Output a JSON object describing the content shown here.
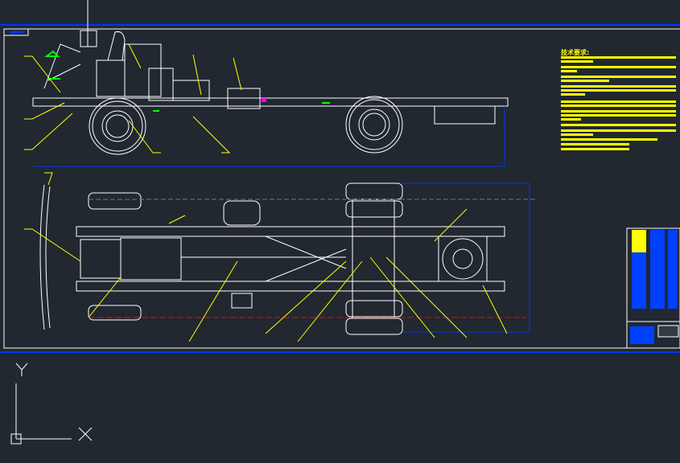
{
  "colors": {
    "background": "#212830",
    "geometry": "#ffffff",
    "leaders": "#ffff00",
    "highlight": "#00ff00",
    "frame_accent": "#0033ff",
    "centerline": "#ff0000"
  },
  "notes": {
    "title": "技术要求:"
  },
  "ucs": {
    "x_label": "X",
    "y_label": "Y"
  }
}
